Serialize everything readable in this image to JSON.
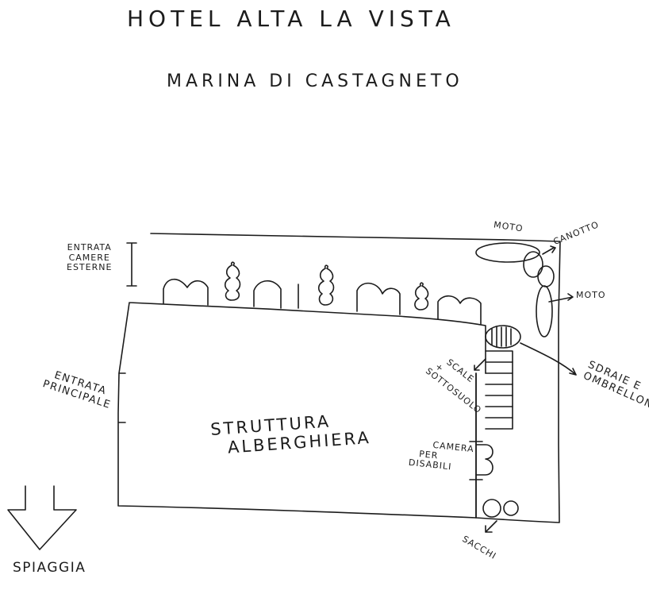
{
  "title": "HOTEL ALTA LA VISTA",
  "subtitle": "MARINA DI CASTAGNETO",
  "building": {
    "line1": "STRUTTURA",
    "line2": "ALBERGHIERA"
  },
  "labels": {
    "entrance_external_rooms": [
      "ENTRATA",
      "CAMERE",
      "ESTERNE"
    ],
    "main_entrance": [
      "ENTRATA",
      "PRINCIPALE"
    ],
    "stairs": [
      "SCALE",
      "+",
      "SOTTOSUOLO"
    ],
    "disabled_room": [
      "CAMERA",
      "PER",
      "DISABILI"
    ],
    "moto_top": "MOTO",
    "moto_right": "MOTO",
    "canotto": "CANOTTO",
    "loungers": [
      "SDRAIE E",
      "OMBRELLONI"
    ],
    "bins": "SACCHI",
    "beach": "SPIAGGIA"
  }
}
